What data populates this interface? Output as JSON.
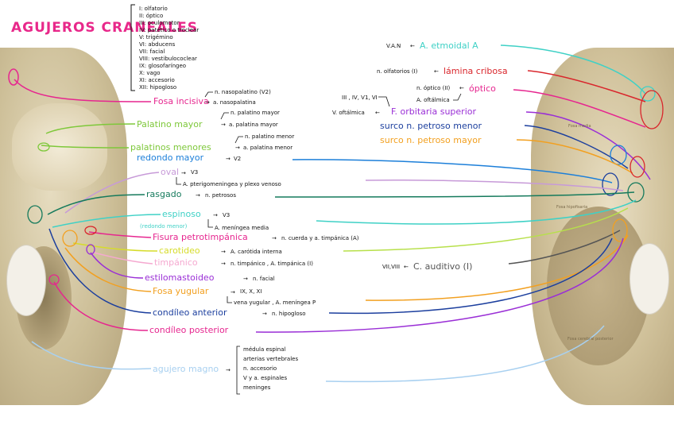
{
  "title": "AGUJEROS CRANEALES",
  "nerve_list": [
    "I: olfatorio",
    "II: óptico",
    "III: oculomotor",
    "IV: patético o troclear",
    "V: trigémino",
    "VI: abducens",
    "VII: facial",
    "VIII: vestibulococlear",
    "IX: glosofaríngeo",
    "X: vago",
    "XI: accesorio",
    "XII: hipogloso"
  ],
  "left_labels": {
    "fosa_incisiva": "Fosa incisiva",
    "fosa_incisiva_n": "n. nasopalatino (V2)",
    "fosa_incisiva_a": "a. nasopalatina",
    "palatino_mayor": "Palatino mayor",
    "palatino_mayor_n": "n. palatino mayor",
    "palatino_mayor_a": "a. palatina mayor",
    "palatinos_menores": "palatinos menores",
    "palatinos_menores_n": "n. palatino menor",
    "palatinos_menores_a": "a. palatina menor",
    "redondo_mayor": "redondo mayor",
    "redondo_mayor_n": "V2",
    "oval": "oval",
    "oval_n": "V3",
    "oval_a": "A. pterigomeningea y plexo venoso",
    "rasgado": "rasgado",
    "rasgado_n": "n. petrosos",
    "espinoso": "espinoso",
    "espinoso_sub": "(redondo menor)",
    "espinoso_n": "V3",
    "espinoso_a": "A. meníngea media",
    "fisura": "Fisura petrotimpánica",
    "fisura_n": "n. cuerda y a. timpánica (A)",
    "carotideo": "carotideo",
    "carotideo_n": "A. carótida interna",
    "timpanico": "timpánico",
    "timpanico_n": "n. timpánico , A. timpánica (I)",
    "estilomastoideo": "estilomastoideo",
    "estilomastoideo_n": "n. facial",
    "fosa_yugular": "Fosa yugular",
    "fosa_yugular_n": "IX, X, XI",
    "fosa_yugular_a": "vena yugular , A. meníngea P",
    "condileo_anterior": "condíleo anterior",
    "condileo_anterior_n": "n. hipogloso",
    "condileo_posterior": "condíleo posterior",
    "agujero_magno": "agujero magno",
    "agujero_magno_items": [
      "médula espinal",
      "arterias vertebrales",
      "n. accesorio",
      "V y a. espinales",
      "meninges"
    ]
  },
  "right_labels": {
    "etmoidal_pre": "V.A.N",
    "etmoidal": "A. etmoidal A",
    "lamina_pre": "n. olfatorios (I)",
    "lamina": "lámina cribosa",
    "optico_pre_n": "n. óptico (II)",
    "optico_pre_a": "A. oftálmica",
    "optico": "óptico",
    "fos_pre_roman": "III , IV, V1, VI",
    "fos_pre_v": "V. oftálmica",
    "fos": "F. orbitaria superior",
    "surco_menor": "surco n. petroso menor",
    "surco_mayor": "surco n. petroso mayor",
    "auditivo_pre": "VII,VIII",
    "auditivo": "C. auditivo (I)"
  },
  "image_labels": {
    "right_small_1": "Fosa media",
    "right_small_2": "Fosa hipofisaria",
    "right_small_3": "Fosa cerebral posterior"
  },
  "colors": {
    "title": "#e8288a",
    "pink": "#e6268f",
    "green": "#7ec83a",
    "lime": "#b7e04a",
    "blue": "#1c7fd9",
    "lavender": "#c79ad8",
    "teal_dark": "#157a5c",
    "cyan": "#3fd1c6",
    "red": "#d9262c",
    "purple": "#9a2fd6",
    "navy": "#1c3f9e",
    "orange": "#f2a020",
    "yellow_green": "#d6dc2a",
    "light_pink": "#f5a9d0",
    "light_blue": "#a8d0f0",
    "gray": "#555555",
    "ink": "#111111"
  }
}
